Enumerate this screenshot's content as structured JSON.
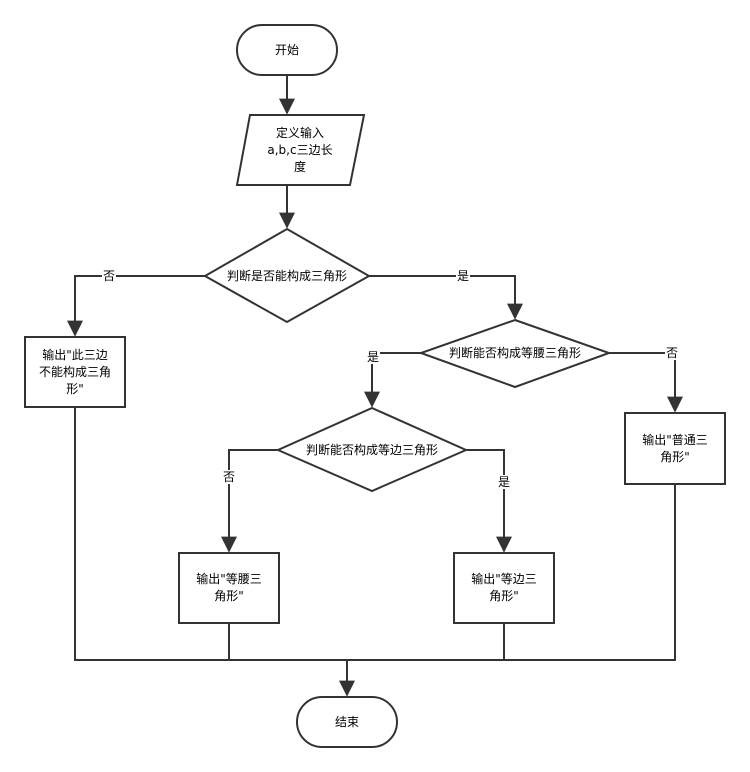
{
  "nodes": {
    "start": "开始",
    "input": "定义输入\na,b,c三边长\n度",
    "decision_triangle": "判断是否能构成三角形",
    "out_not_triangle": "输出\"此三边\n不能构成三角\n形\"",
    "decision_isosceles": "判断能否构成等腰三角形",
    "out_scalene": "输出\"普通三\n角形\"",
    "decision_equilateral": "判断能否构成等边三角形",
    "out_isosceles": "输出\"等腰三\n角形\"",
    "out_equilateral": "输出\"等边三\n角形\"",
    "end": "结束"
  },
  "edge_labels": {
    "triangle_no": "否",
    "triangle_yes": "是",
    "isosceles_yes": "是",
    "isosceles_no": "否",
    "equilateral_no": "否",
    "equilateral_yes": "是"
  },
  "colors": {
    "stroke": "#333333",
    "fill": "#ffffff",
    "text": "#000000"
  }
}
